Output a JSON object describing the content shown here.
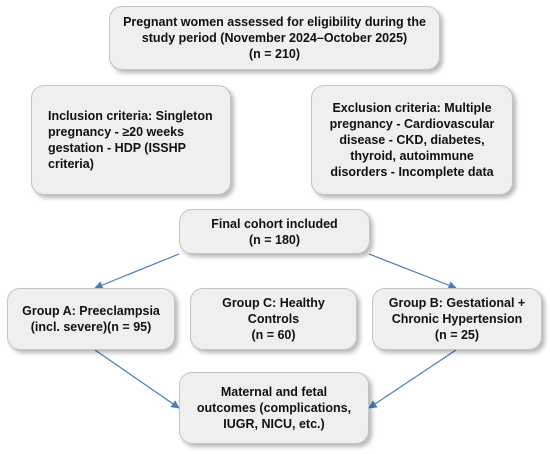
{
  "diagram": {
    "nodes": [
      {
        "id": "assessed",
        "lines": [
          "Pregnant women assessed for eligibility during the",
          "study period (November 2024–October 2025)",
          "(n = 210)"
        ]
      },
      {
        "id": "inclusion",
        "lines": [
          "Inclusion criteria: Singleton",
          "pregnancy - ≥20 weeks",
          "gestation - HDP (ISSHP",
          "criteria)"
        ]
      },
      {
        "id": "exclusion",
        "lines": [
          "Exclusion criteria: Multiple",
          "pregnancy - Cardiovascular",
          "disease - CKD, diabetes,",
          "thyroid, autoimmune",
          "disorders - Incomplete data"
        ]
      },
      {
        "id": "cohort",
        "lines": [
          "Final cohort included",
          "(n = 180)"
        ]
      },
      {
        "id": "group-a",
        "lines": [
          "Group A: Preeclampsia",
          "(incl. severe)(n = 95)"
        ]
      },
      {
        "id": "group-c",
        "lines": [
          "Group C: Healthy Controls",
          "(n = 60)"
        ]
      },
      {
        "id": "group-b",
        "lines": [
          "Group B: Gestational +",
          "Chronic Hypertension",
          "(n = 25)"
        ]
      },
      {
        "id": "outcomes",
        "lines": [
          "Maternal and fetal",
          "outcomes (complications,",
          "IUGR, NICU, etc.)"
        ]
      }
    ],
    "edges": [
      {
        "from": "cohort",
        "to": "group-a"
      },
      {
        "from": "cohort",
        "to": "group-b"
      },
      {
        "from": "group-a",
        "to": "outcomes"
      },
      {
        "from": "group-b",
        "to": "outcomes"
      }
    ],
    "colors": {
      "box_fill": "#efefef",
      "box_border": "#c4c4c4",
      "arrow": "#4a7ebb",
      "text": "#111111"
    }
  }
}
